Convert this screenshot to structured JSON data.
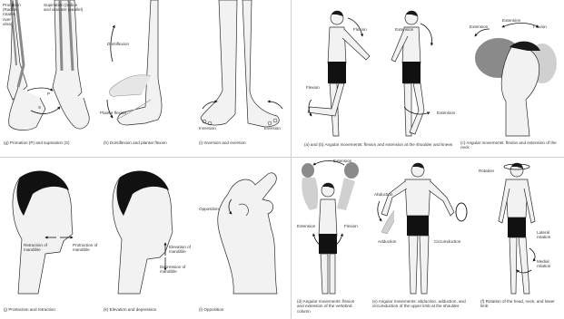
{
  "panels": {
    "g": {
      "caption": "(g) Pronation (P) and supination (S)",
      "labels": {
        "pronation": "Pronation (Radius rotates over ulna)",
        "supination": "Supination (radius and ulna are parallel)",
        "p": "P",
        "s": "S"
      }
    },
    "h": {
      "caption": "(h) Dorsiflexion and plantar flexion",
      "labels": {
        "dorsiflexion": "Dorsiflexion",
        "plantar": "Plantar flexion"
      }
    },
    "i": {
      "caption": "(i) Inversion and eversion",
      "labels": {
        "inversion": "Inversion",
        "eversion": "Eversion"
      }
    },
    "ab": {
      "caption": "(a) and (b) Angular movements: flexion and extension at the shoulder and knees",
      "labels": {
        "flexion1": "Flexion",
        "extension1": "Extension",
        "flexion2": "Flexion",
        "extension2": "Extension"
      }
    },
    "c": {
      "caption": "(c) Angular movements: flexion and extension of the neck",
      "labels": {
        "extension_left": "Extension",
        "extension_top": "Extension",
        "flexion": "Flexion"
      }
    },
    "j": {
      "caption": "(j) Protraction and retraction",
      "labels": {
        "retraction": "Retraction of mandible",
        "protraction": "Protraction of mandible"
      }
    },
    "k": {
      "caption": "(k) Elevation and depression",
      "labels": {
        "elevation": "Elevation of mandible",
        "depression": "Depression of mandible"
      }
    },
    "l": {
      "caption": "(l) Opposition",
      "labels": {
        "opposition": "Opposition"
      }
    },
    "d": {
      "caption": "(d) Angular movements: flexion and extension of the vertebral column",
      "labels": {
        "extension_top": "Extension",
        "extension_left": "Extension",
        "flexion": "Flexion"
      }
    },
    "e": {
      "caption": "(e) Angular movements: abduction, adduction, and circumduction of the upper limb at the shoulder",
      "labels": {
        "abduction": "Abduction",
        "adduction": "Adduction",
        "circumduction": "Circumduction"
      }
    },
    "f": {
      "caption": "(f) Rotation of the head, neck, and lower limb",
      "labels": {
        "rotation": "Rotation",
        "lateral": "Lateral rotation",
        "medial": "Medial rotation"
      }
    }
  },
  "colors": {
    "skin": "#f2f2f2",
    "line": "#2b2b2b",
    "shorts": "#111111",
    "hair": "#1a1a1a",
    "shade": "#8a8a8a",
    "arrow": "#111111"
  }
}
